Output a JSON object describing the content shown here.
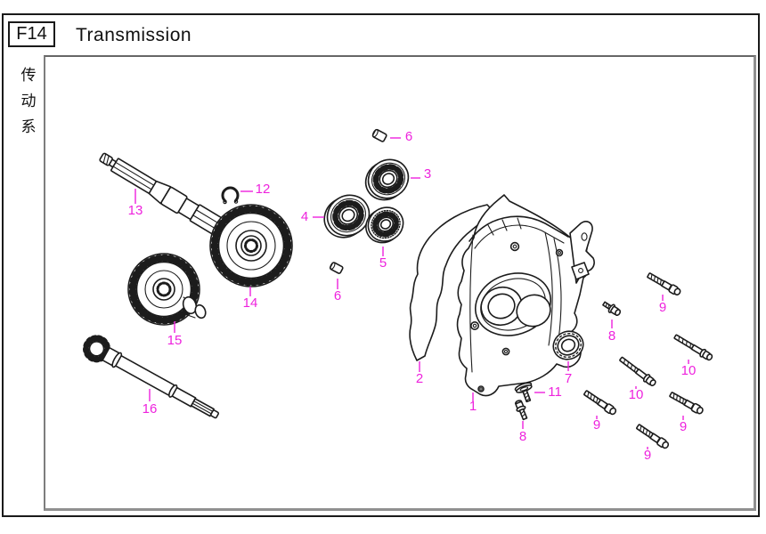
{
  "header": {
    "figure_code": "F14",
    "title": "Transmission",
    "side_label_chars": [
      "传",
      "动",
      "系"
    ]
  },
  "colors": {
    "callout": "#ee22dd",
    "line_art": "#1c1c1c",
    "background": "#ffffff",
    "inner_shadow": "#909090"
  },
  "callouts": [
    {
      "label": "1"
    },
    {
      "label": "2"
    },
    {
      "label": "3"
    },
    {
      "label": "4"
    },
    {
      "label": "5"
    },
    {
      "label": "6"
    },
    {
      "label": "6"
    },
    {
      "label": "7"
    },
    {
      "label": "8"
    },
    {
      "label": "8"
    },
    {
      "label": "9"
    },
    {
      "label": "9"
    },
    {
      "label": "9"
    },
    {
      "label": "9"
    },
    {
      "label": "10"
    },
    {
      "label": "10"
    },
    {
      "label": "11"
    },
    {
      "label": "12"
    },
    {
      "label": "13"
    },
    {
      "label": "14"
    },
    {
      "label": "15"
    },
    {
      "label": "16"
    }
  ]
}
